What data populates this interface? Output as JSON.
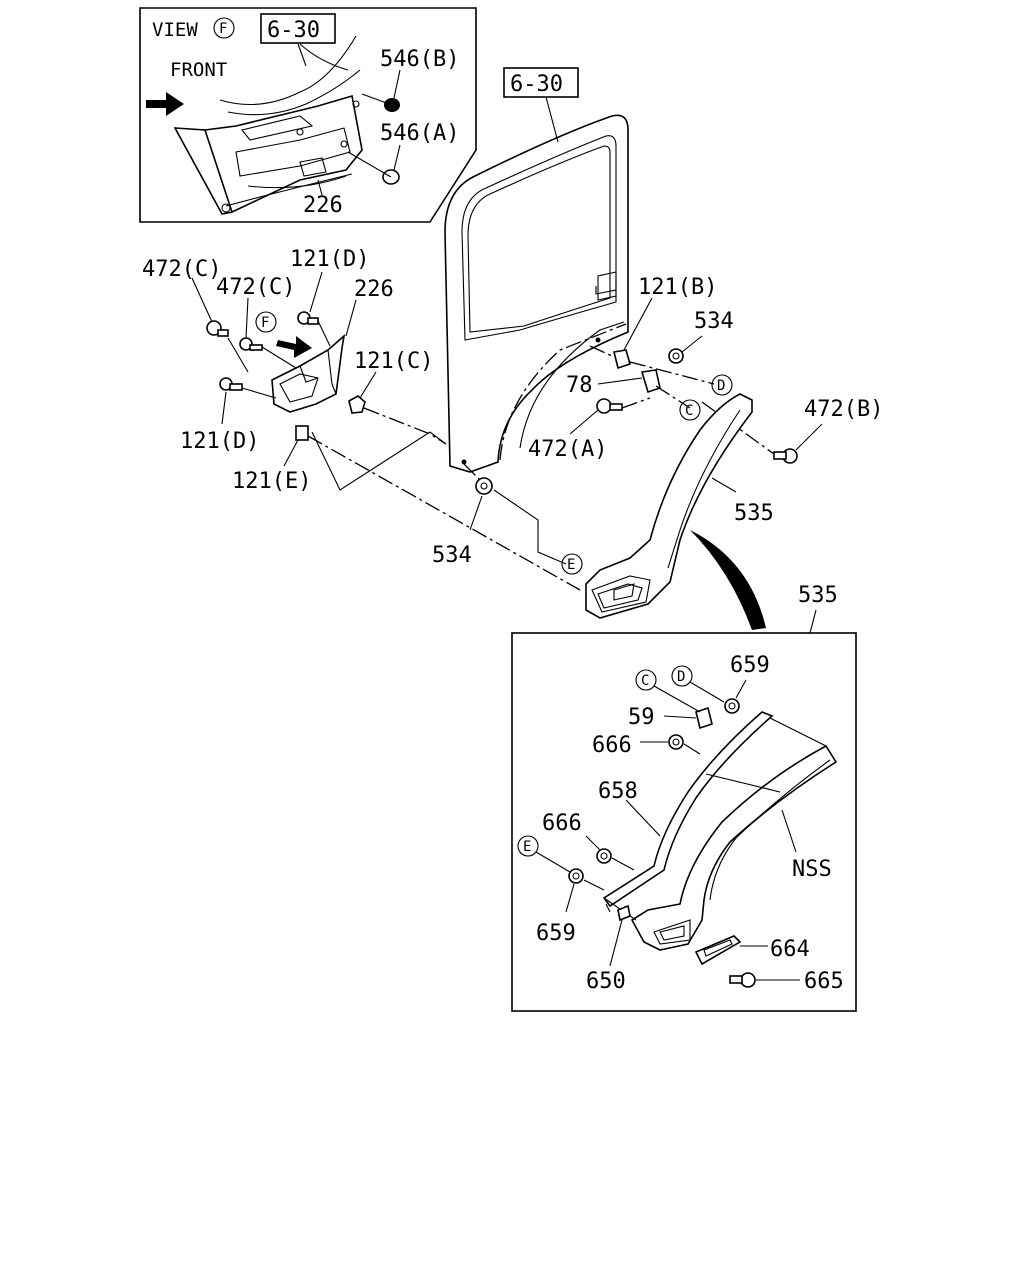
{
  "view_box": {
    "view_label": "VIEW",
    "view_letter": "F",
    "ref_box": "6-30",
    "front_label": "FRONT",
    "labels": [
      "546(B)",
      "546(A)",
      "226"
    ]
  },
  "door_ref_box": "6-30",
  "main_labels": {
    "472C_outer": "472(C)",
    "472C_inner": "472(C)",
    "121D_top": "121(D)",
    "226": "226",
    "F_marker": "F",
    "121C": "121(C)",
    "121D_left": "121(D)",
    "121E": "121(E)",
    "121B": "121(B)",
    "534_top": "534",
    "78": "78",
    "D_marker": "D",
    "C_marker": "C",
    "472A": "472(A)",
    "472B": "472(B)",
    "535": "535",
    "534_bottom": "534",
    "E_marker": "E"
  },
  "detail_box": {
    "ref": "535",
    "labels": {
      "C": "C",
      "D": "D",
      "659_top": "659",
      "59": "59",
      "666_top": "666",
      "658": "658",
      "666_mid": "666",
      "E": "E",
      "NSS": "NSS",
      "659_bottom": "659",
      "650": "650",
      "664": "664",
      "665": "665"
    }
  }
}
